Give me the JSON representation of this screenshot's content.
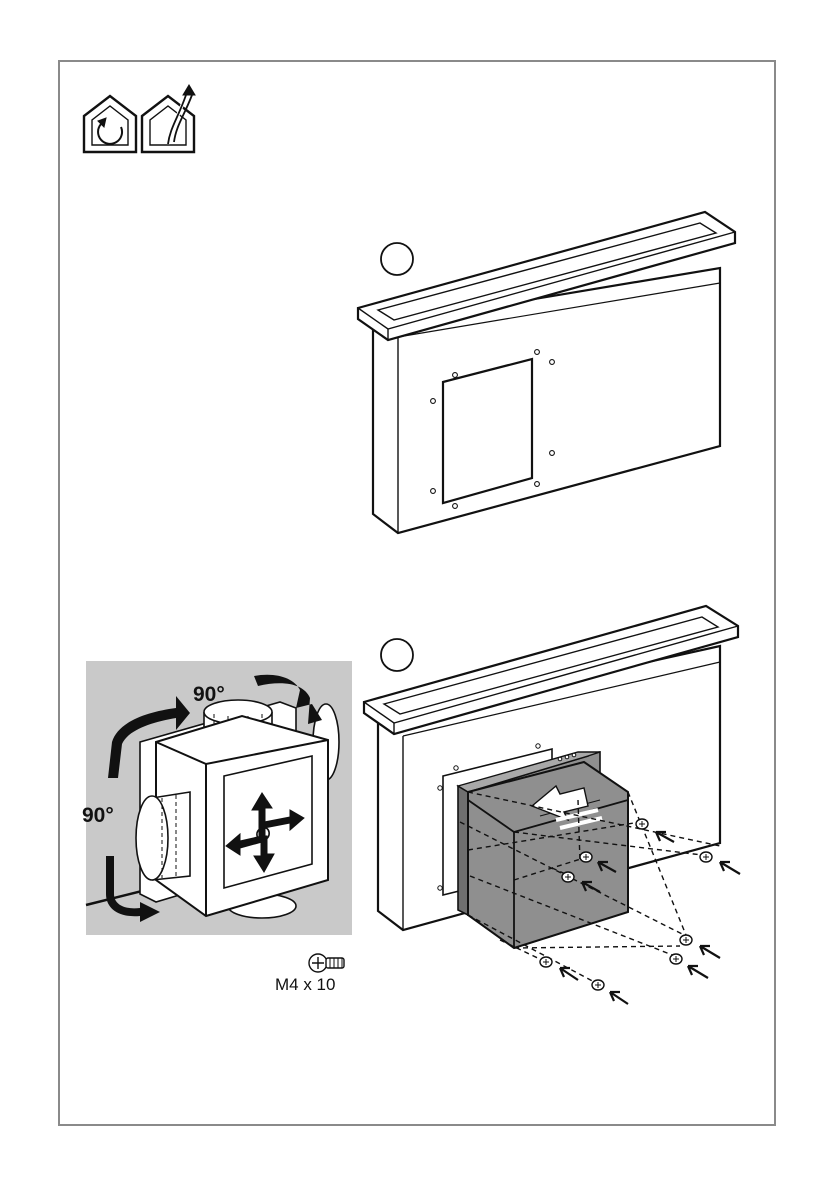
{
  "icons": {
    "recirculation": "recirculation-mode-icon",
    "extraction": "extraction-mode-icon",
    "screw": "screw-icon"
  },
  "steps": [
    {
      "label": ""
    },
    {
      "label": ""
    }
  ],
  "labels": {
    "rotation_top": "90°",
    "rotation_left": "90°",
    "screw": "M4 x 10"
  },
  "colors": {
    "line": "#111111",
    "detail_panel": "#c9c9c9",
    "motor_box": "#8f8f8f",
    "frame": "#8a8a8a"
  }
}
